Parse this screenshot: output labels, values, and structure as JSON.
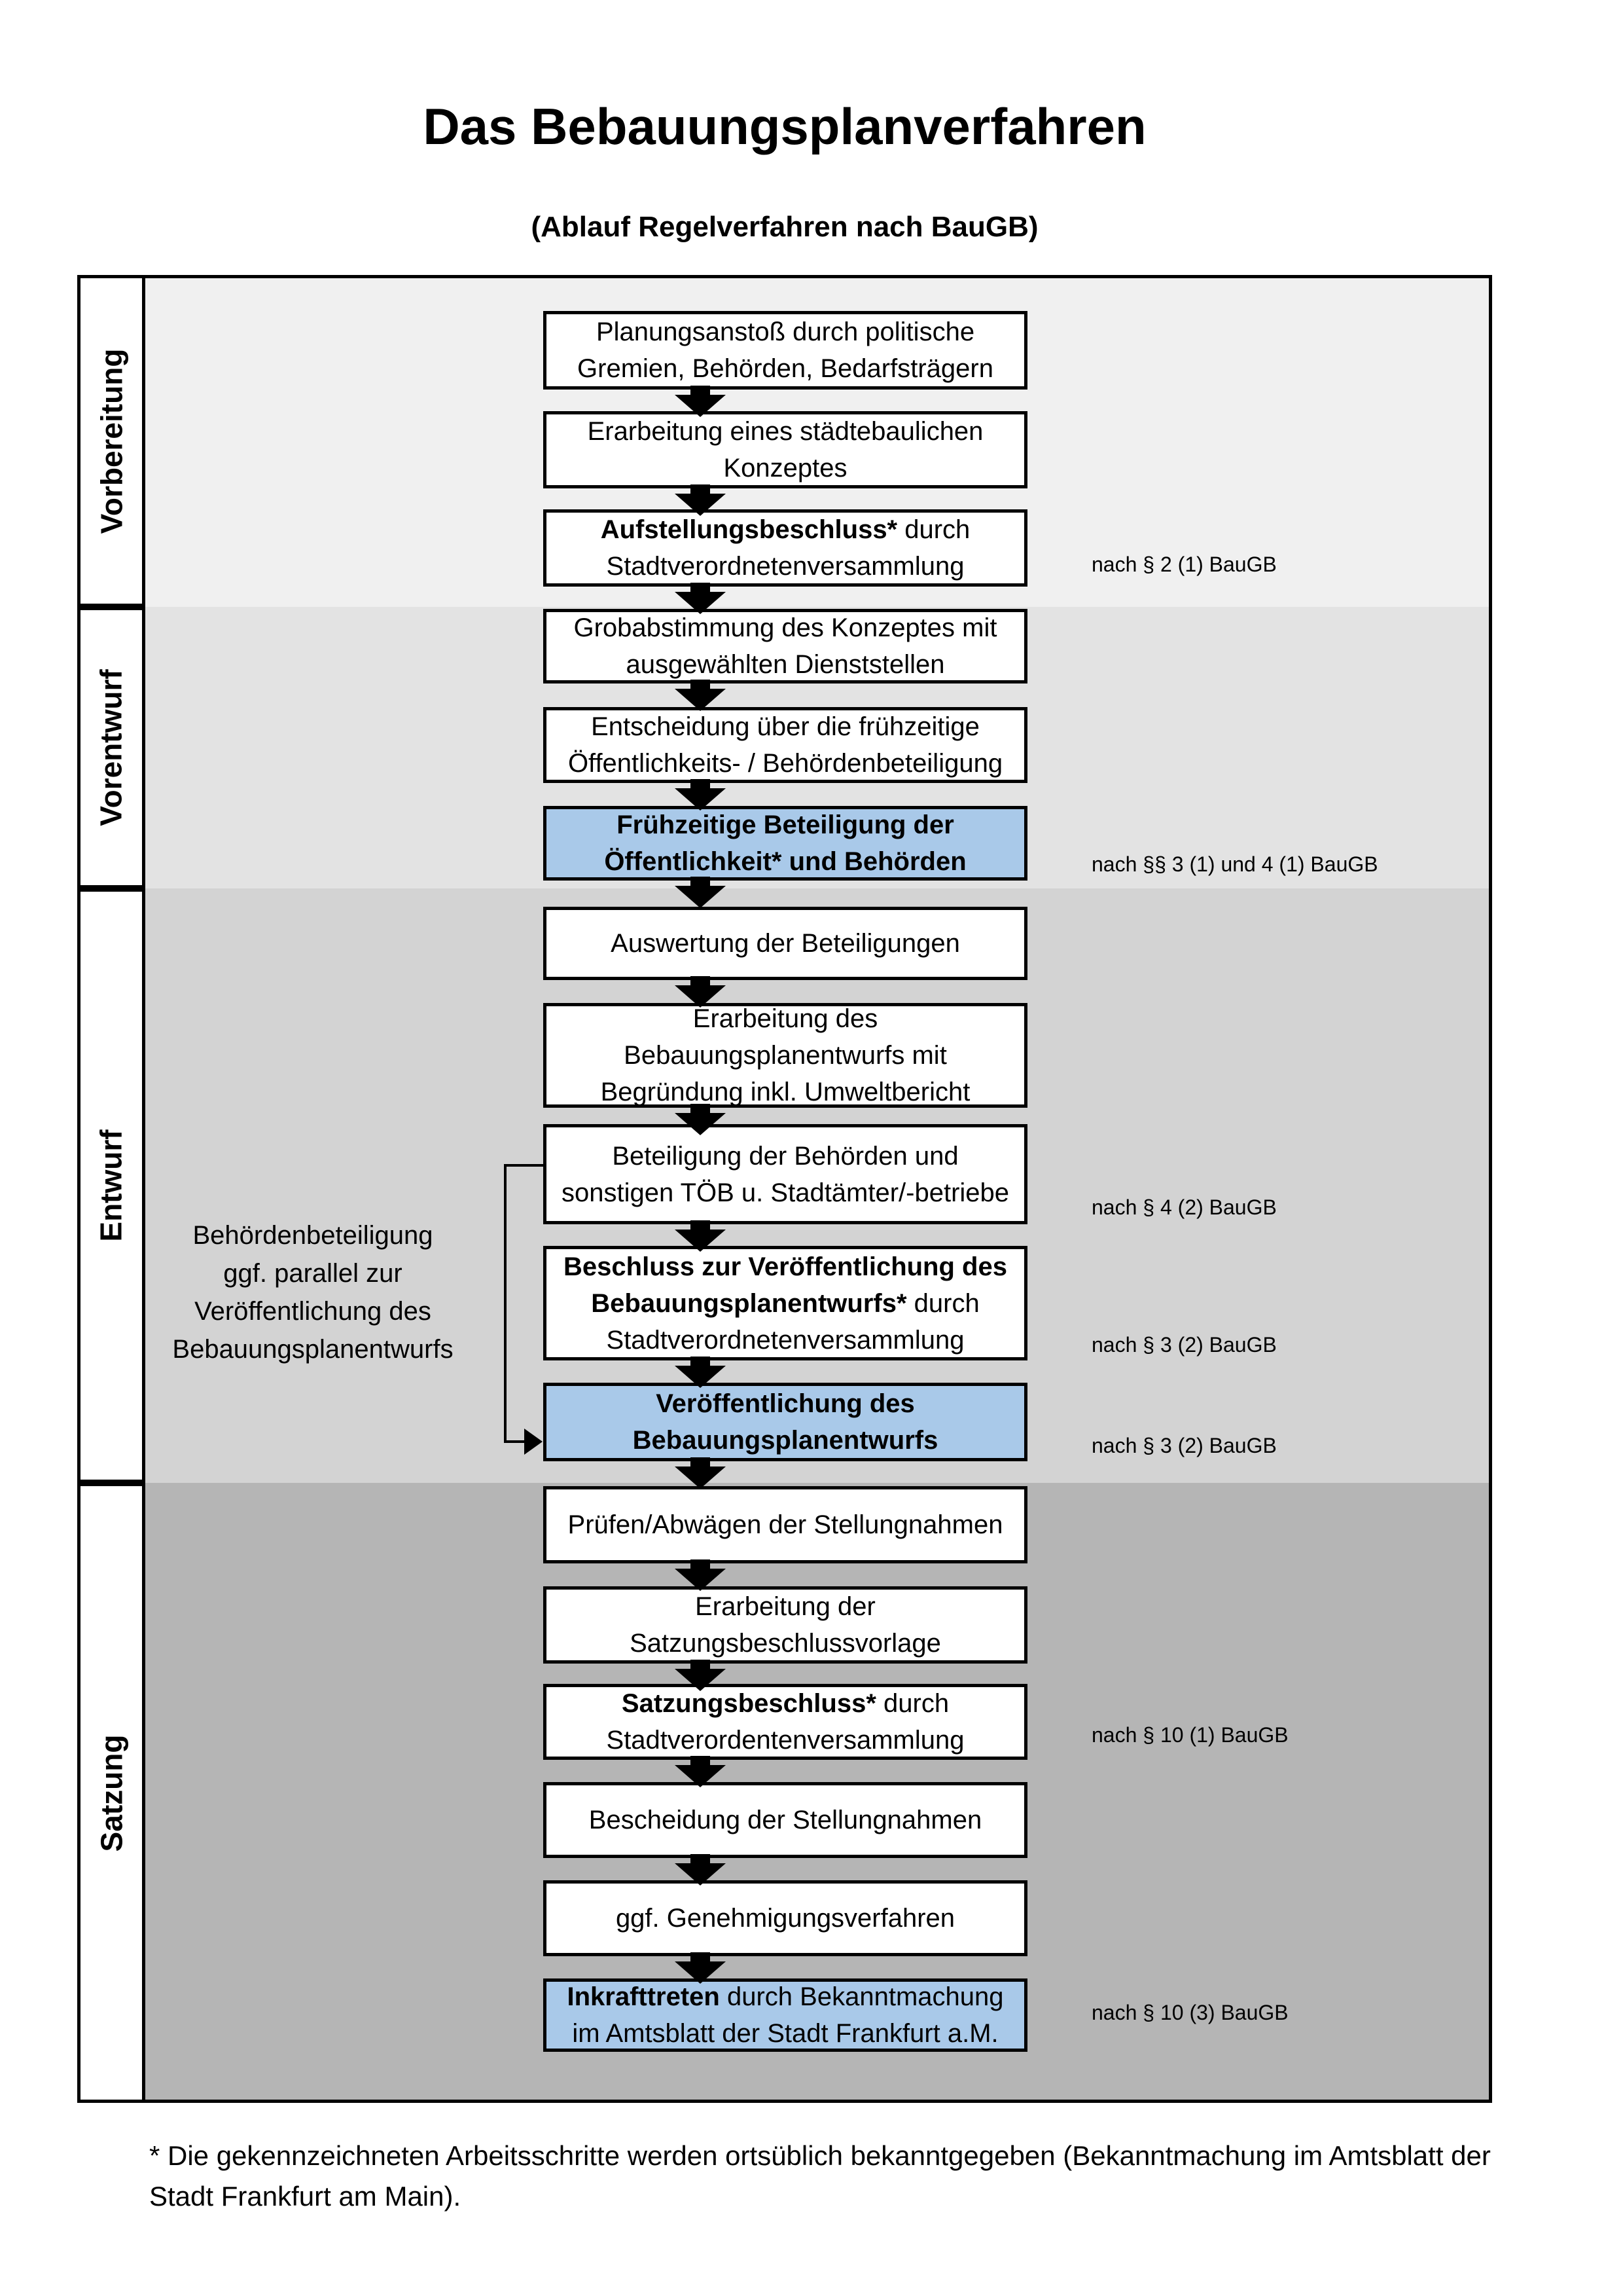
{
  "title": "Das Bebauungsplanverfahren",
  "subtitle": "(Ablauf Regelverfahren nach BauGB)",
  "colors": {
    "box_border": "#000000",
    "highlight_blue": "#A9C9E9",
    "section_backgrounds": [
      "#F0F0F0",
      "#E3E3E3",
      "#D3D3D3",
      "#B5B5B5"
    ]
  },
  "sections": [
    {
      "label": "Vorbereitung"
    },
    {
      "label": "Vorentwurf"
    },
    {
      "label": "Entwurf"
    },
    {
      "label": "Satzung"
    }
  ],
  "flow": {
    "steps": [
      {
        "lines": [
          [
            "Planungsanstoß durch politische"
          ],
          [
            "Gremien, Behörden, Bedarfsträgern"
          ]
        ]
      },
      {
        "lines": [
          [
            "Erarbeitung eines städtebaulichen"
          ],
          [
            "Konzeptes"
          ]
        ]
      },
      {
        "lines": [
          [
            "Aufstellungsbeschluss*",
            " durch"
          ],
          [
            "Stadtverordnetenversammlung"
          ]
        ]
      },
      {
        "lines": [
          [
            "Grobabstimmung des Konzeptes mit"
          ],
          [
            "ausgewählten Dienststellen"
          ]
        ]
      },
      {
        "lines": [
          [
            "Entscheidung über die frühzeitige"
          ],
          [
            "Öffentlichkeits- / Behördenbeteiligung"
          ]
        ]
      },
      {
        "lines": [
          [
            "Frühzeitige Beteiligung der"
          ],
          [
            "Öffentlichkeit* und Behörden"
          ]
        ]
      },
      {
        "lines": [
          [
            "Auswertung der Beteiligungen"
          ]
        ]
      },
      {
        "lines": [
          [
            "Erarbeitung des"
          ],
          [
            "Bebauungsplanentwurfs mit"
          ],
          [
            "Begründung inkl. Umweltbericht"
          ]
        ]
      },
      {
        "lines": [
          [
            "Beteiligung der Behörden und"
          ],
          [
            "sonstigen TÖB u. Stadtämter/-betriebe"
          ]
        ]
      },
      {
        "lines": [
          [
            "Beschluss zur Veröffentlichung des"
          ],
          [
            "Bebauungsplanentwurfs*",
            " durch"
          ],
          [
            "Stadtverordnetenversammlung"
          ]
        ]
      },
      {
        "lines": [
          [
            "Veröffentlichung des"
          ],
          [
            "Bebauungsplanentwurfs"
          ]
        ]
      },
      {
        "lines": [
          [
            "Prüfen/Abwägen der Stellungnahmen"
          ]
        ]
      },
      {
        "lines": [
          [
            "Erarbeitung der"
          ],
          [
            "Satzungsbeschlussvorlage"
          ]
        ]
      },
      {
        "lines": [
          [
            "Satzungsbeschluss*",
            " durch"
          ],
          [
            "Stadtverordentenversammlung"
          ]
        ]
      },
      {
        "lines": [
          [
            "Bescheidung der Stellungnahmen"
          ]
        ]
      },
      {
        "lines": [
          [
            "ggf. Genehmigungsverfahren"
          ]
        ]
      },
      {
        "lines": [
          [
            "Inkrafttreten",
            " durch Bekanntmachung"
          ],
          [
            "im Amtsblatt der Stadt Frankfurt a.M."
          ]
        ]
      }
    ]
  },
  "annotations": [
    "nach § 2 (1) BauGB",
    "nach §§ 3 (1) und 4 (1) BauGB",
    "nach § 4 (2) BauGB",
    "nach § 3 (2) BauGB",
    "nach § 3 (2) BauGB",
    "nach § 10 (1) BauGB",
    "nach § 10 (3) BauGB"
  ],
  "side_note": "Behördenbeteiligung\nggf. parallel zur\nVeröffentlichung des\nBebauungsplanentwurfs",
  "footnote": "* Die gekennzeichneten Arbeitsschritte werden ortsüblich bekanntgegeben (Bekanntmachung im Amtsblatt  der Stadt Frankfurt am Main)."
}
